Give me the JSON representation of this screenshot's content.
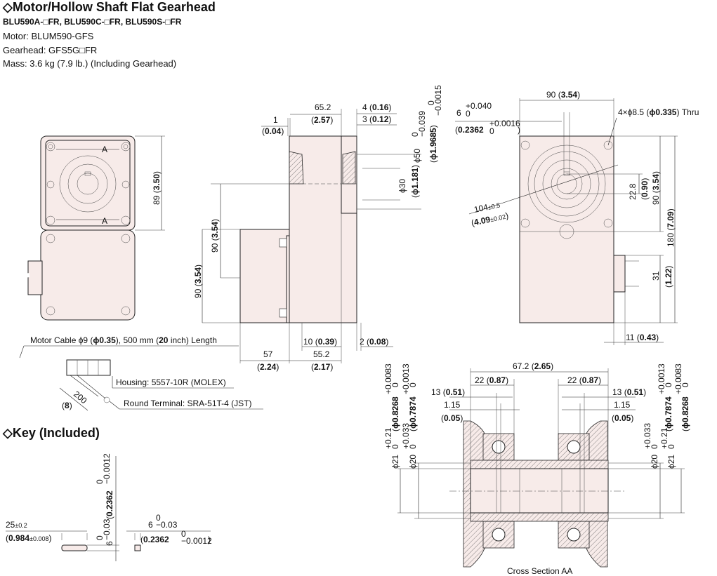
{
  "header": {
    "title": "◇Motor/Hollow Shaft Flat Gearhead",
    "models": "BLU590A-□FR, BLU590C-□FR, BLU590S-□FR",
    "motor": "Motor: BLUM590-GFS",
    "gearhead": "Gearhead: GFS5G□FR",
    "mass": "Mass: 3.6 kg (7.9 lb.) (Including Gearhead)"
  },
  "key_section": {
    "title": "◇Key (Included)",
    "length": "25",
    "length_tol": "±0.2",
    "length_in": "0.984",
    "length_in_tol": "±0.008",
    "width": "6",
    "width_tol_upper": "0",
    "width_tol_lower": "−0.03",
    "width_in": "0.2362",
    "width_in_tol_upper": "0",
    "width_in_tol_lower": "−0.0012",
    "height": "6",
    "height_tol_upper": "0",
    "height_tol_lower": "−0.03",
    "height_in": "0.2362",
    "height_in_tol_upper": "0",
    "height_in_tol_lower": "−0.0012"
  },
  "front_view": {
    "section_marker": "A",
    "height_mm": "89",
    "height_in": "3.50"
  },
  "side_view": {
    "dim_1": "1",
    "dim_1_in": "0.04",
    "dim_65_2": "65.2",
    "dim_65_2_in": "2.57",
    "dim_4": "4",
    "dim_4_in": "0.16",
    "dim_3": "3",
    "dim_3_in": "0.12",
    "phi50": "ϕ50",
    "phi50_tol_upper": "0",
    "phi50_tol_lower": "−0.039",
    "phi50_in": "ϕ1.9685",
    "phi50_in_tol_upper": "0",
    "phi50_in_tol_lower": "−0.0015",
    "phi30": "ϕ30",
    "phi30_in": "ϕ1.181",
    "dim_90a": "90",
    "dim_90a_in": "3.54",
    "dim_90b": "90",
    "dim_90b_in": "3.54",
    "dim_10": "10",
    "dim_10_in": "0.39",
    "dim_2": "2",
    "dim_2_in": "0.08",
    "dim_57": "57",
    "dim_57_in": "2.24",
    "dim_55_2": "55.2",
    "dim_55_2_in": "2.17",
    "cable_label_pre": "Motor Cable ϕ9 (",
    "cable_label_b1": "ϕ0.35",
    "cable_label_mid": "), 500 mm (",
    "cable_label_b2": "20",
    "cable_label_post": " inch) Length",
    "housing": "Housing: 5557-10R (MOLEX)",
    "terminal": "Round Terminal: SRA-51T-4 (JST)",
    "dim_200": "200",
    "dim_200_in": "8"
  },
  "right_view": {
    "dim_90": "90",
    "dim_90_in": "3.54",
    "keyway": "6",
    "keyway_tol_upper": "+0.040",
    "keyway_tol_lower": "0",
    "keyway_in": "0.2362",
    "keyway_in_tol_upper": "+0.0016",
    "keyway_in_tol_lower": "0",
    "holes_pre": "4×ϕ8.5 (",
    "holes_bold": "ϕ0.335",
    "holes_post": ") Thru",
    "dim_22_8": "22.8",
    "dim_22_8_in": "0.90",
    "dim_90v": "90",
    "dim_90v_in": "3.54",
    "dim_180": "180",
    "dim_180_in": "7.09",
    "dim_104": "104",
    "dim_104_tol": "±0.5",
    "dim_104_in": "4.09",
    "dim_104_in_tol": "±0.02",
    "dim_31": "31",
    "dim_31_in": "1.22",
    "dim_11": "11",
    "dim_11_in": "0.43"
  },
  "cross_section": {
    "title": "Cross Section AA",
    "dim_67_2": "67.2",
    "dim_67_2_in": "2.65",
    "dim_22": "22",
    "dim_22_in": "0.87",
    "dim_13": "13",
    "dim_13_in": "0.51",
    "dim_1_15": "1.15",
    "dim_1_15_in": "0.05",
    "phi21": "ϕ21",
    "phi21_tol_upper": "+0.21",
    "phi21_tol_lower": "0",
    "phi21_in": "ϕ0.8268",
    "phi21_in_tol_upper": "+0.0083",
    "phi21_in_tol_lower": "0",
    "phi20": "ϕ20",
    "phi20_tol_upper": "+0.033",
    "phi20_tol_lower": "0",
    "phi20_in": "ϕ0.7874",
    "phi20_in_tol_upper": "+0.0013",
    "phi20_in_tol_lower": "0"
  }
}
